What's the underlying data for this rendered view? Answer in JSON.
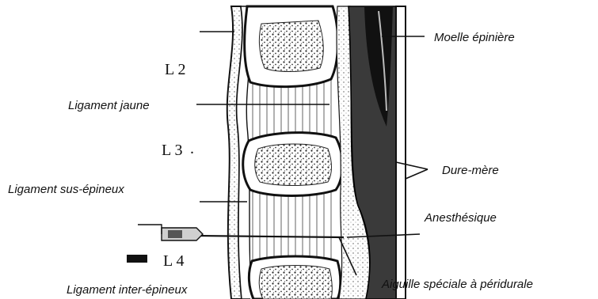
{
  "labels": {
    "moelle": "Moelle épinière",
    "l2": "L 2",
    "ligament_jaune": "Ligament jaune",
    "l3": "L 3",
    "l3_dot": ".",
    "dure_mere": "Dure-mère",
    "ligament_sus": "Ligament sus-épineux",
    "anesthesique": "Anesthésique",
    "l4": "L 4",
    "ligament_inter": "Ligament inter-épineux",
    "aiguille": "Aiguille spéciale à péridurale"
  }
}
